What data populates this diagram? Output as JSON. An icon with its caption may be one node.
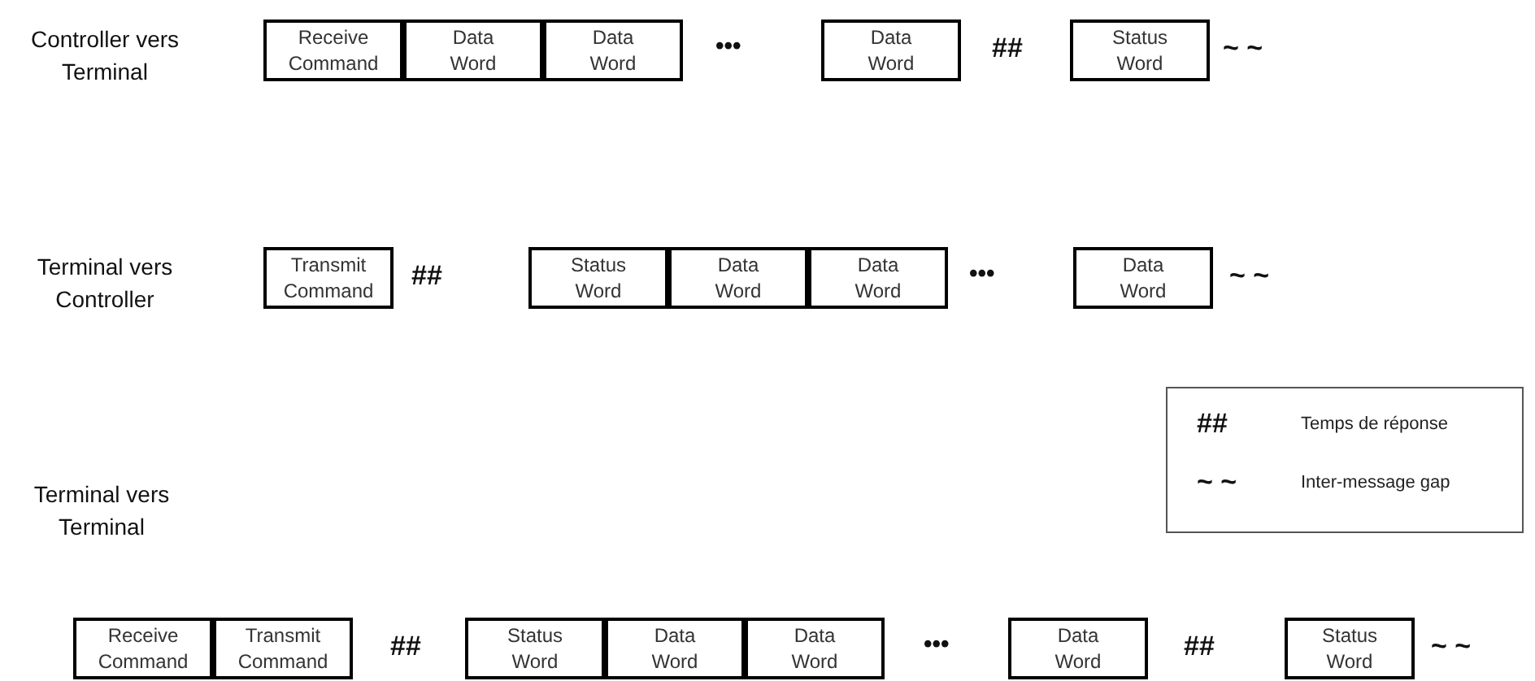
{
  "diagram": {
    "nodes": [
      {
        "text": [
          "Receive Command"
        ]
      },
      {
        "text": [
          "Data Word"
        ]
      },
      {
        "text": [
          "Data Word"
        ]
      },
      {
        "text": [
          "Data Word"
        ]
      },
      {
        "text": [
          "Status Word"
        ]
      },
      {
        "text": [
          "Transmit Command"
        ]
      },
      {
        "text": [
          "Status Word"
        ]
      },
      {
        "text": [
          "Data Word"
        ]
      },
      {
        "text": [
          "Data Word"
        ]
      },
      {
        "text": [
          "Data Word"
        ]
      },
      {
        "text": [
          "Receive Command"
        ]
      },
      {
        "text": [
          "Transmit Command"
        ]
      },
      {
        "text": [
          "Status Word"
        ]
      },
      {
        "text": [
          "Data Word"
        ]
      },
      {
        "text": [
          "Data Word"
        ]
      },
      {
        "text": [
          "Data Word"
        ]
      },
      {
        "text": [
          "Status Word"
        ]
      }
    ],
    "edges": [],
    "labels": [
      "Controller vers Terminal",
      "•••",
      "##",
      "~ ~",
      "Terminal vers Controller",
      "##",
      "•••",
      "~ ~",
      "##",
      "~ ~",
      "Terminal vers Terminal",
      "##",
      "•••",
      "##",
      "~ ~"
    ],
    "legend": [
      {
        "text": "Temps de réponse"
      },
      {
        "text": "Inter-message gap"
      }
    ]
  }
}
